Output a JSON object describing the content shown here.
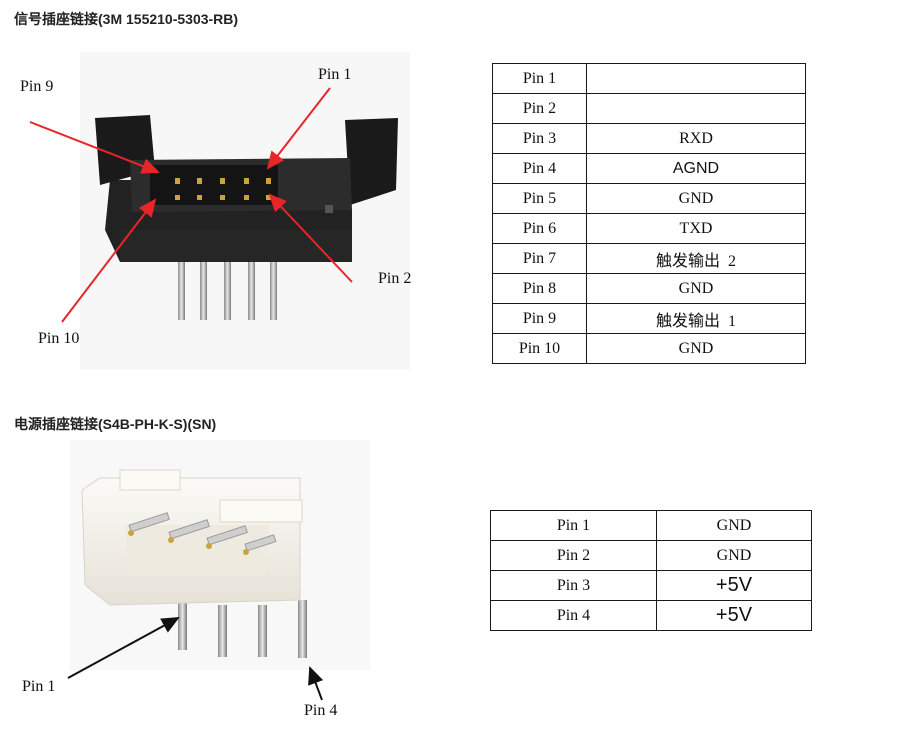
{
  "section1": {
    "title": "信号插座链接(3M 155210-5303-RB)",
    "labels": {
      "pin1": "Pin 1",
      "pin2": "Pin 2",
      "pin9": "Pin 9",
      "pin10": "Pin 10"
    },
    "table": [
      {
        "pin": "Pin 1",
        "signal": ""
      },
      {
        "pin": "Pin 2",
        "signal": ""
      },
      {
        "pin": "Pin 3",
        "signal": "RXD"
      },
      {
        "pin": "Pin 4",
        "signal": "AGND"
      },
      {
        "pin": "Pin 5",
        "signal": "GND"
      },
      {
        "pin": "Pin 6",
        "signal": "TXD"
      },
      {
        "pin": "Pin 7",
        "signal": "触发输出  2"
      },
      {
        "pin": "Pin 8",
        "signal": "GND"
      },
      {
        "pin": "Pin 9",
        "signal": "触发输出  1"
      },
      {
        "pin": "Pin 10",
        "signal": "GND"
      }
    ]
  },
  "section2": {
    "title": "电源插座链接(S4B-PH-K-S)(SN)",
    "labels": {
      "pin1": "Pin 1",
      "pin4": "Pin 4"
    },
    "table": [
      {
        "pin": "Pin 1",
        "signal": "GND"
      },
      {
        "pin": "Pin 2",
        "signal": "GND"
      },
      {
        "pin": "Pin 3",
        "signal": "+5V"
      },
      {
        "pin": "Pin 4",
        "signal": "+5V"
      }
    ]
  },
  "colors": {
    "arrow_red": "#e8262a",
    "arrow_black": "#111111",
    "connector_black": "#1c1c1c",
    "connector_white": "#f4f1ea"
  }
}
